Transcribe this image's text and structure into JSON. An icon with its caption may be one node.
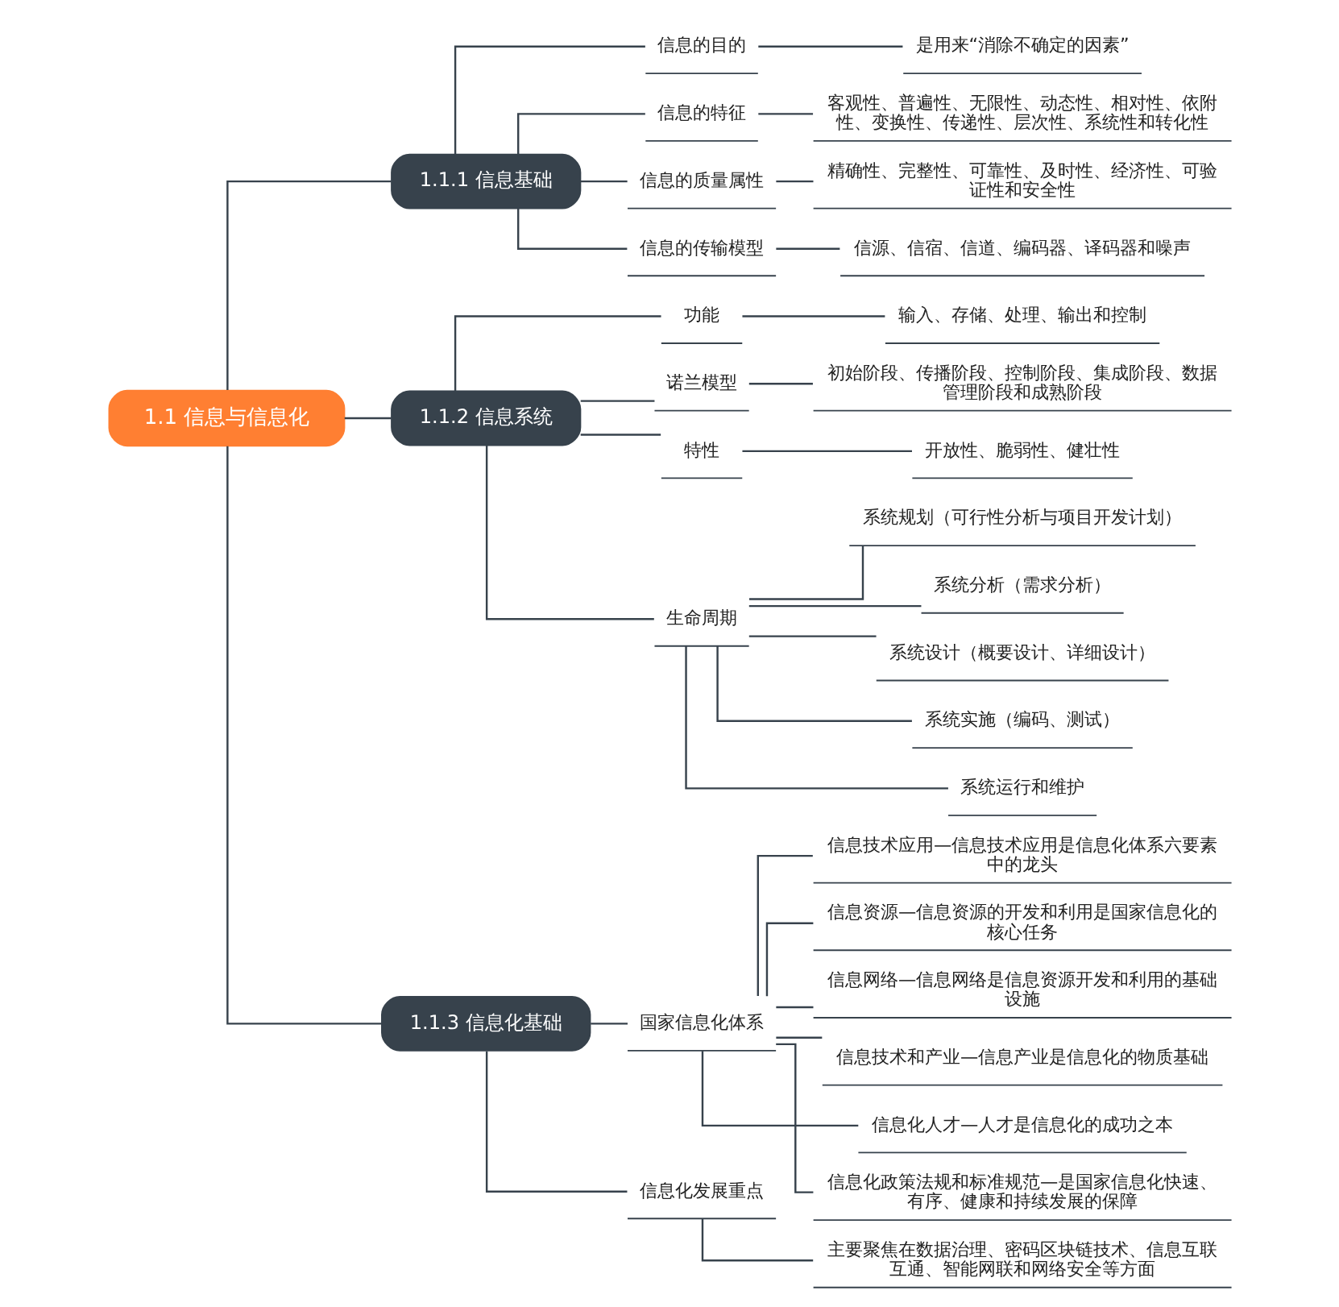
{
  "diagram": {
    "nodes": [
      {
        "text": [
          "1.1 信息与信息化"
        ]
      },
      {
        "text": [
          "1.1.1 信息基础"
        ]
      },
      {
        "text": [
          "信息的目的"
        ]
      },
      {
        "text": [
          "是用来“消除不确定的因素”"
        ]
      },
      {
        "text": [
          "信息的特征"
        ]
      },
      {
        "text": [
          "客观性、普遍性、无限性、动态性、相对性、依附性、变换性、传递性、层次性、系统性和转化性"
        ]
      },
      {
        "text": [
          "信息的质量属性"
        ]
      },
      {
        "text": [
          "精确性、完整性、可靠性、及时性、经济性、可验证性和安全性"
        ]
      },
      {
        "text": [
          "信息的传输模型"
        ]
      },
      {
        "text": [
          "信源、信宿、信道、编码器、译码器和噪声"
        ]
      },
      {
        "text": [
          "1.1.2 信息系统"
        ]
      },
      {
        "text": [
          "功能"
        ]
      },
      {
        "text": [
          "输入、存储、处理、输出和控制"
        ]
      },
      {
        "text": [
          "诺兰模型"
        ]
      },
      {
        "text": [
          "初始阶段、传播阶段、控制阶段、集成阶段、数据管理阶段和成熟阶段"
        ]
      },
      {
        "text": [
          "特性"
        ]
      },
      {
        "text": [
          "开放性、脆弱性、健壮性"
        ]
      },
      {
        "text": [
          "生命周期"
        ]
      },
      {
        "text": [
          "系统规划（可行性分析与项目开发计划）"
        ]
      },
      {
        "text": [
          "系统分析（需求分析）"
        ]
      },
      {
        "text": [
          "系统设计（概要设计、详细设计）"
        ]
      },
      {
        "text": [
          "系统实施（编码、测试）"
        ]
      },
      {
        "text": [
          "系统运行和维护"
        ]
      },
      {
        "text": [
          "1.1.3 信息化基础"
        ]
      },
      {
        "text": [
          "国家信息化体系"
        ]
      },
      {
        "text": [
          "信息技术应用—信息技术应用是信息化体系六要素中的龙头"
        ]
      },
      {
        "text": [
          "信息资源—信息资源的开发和利用是国家信息化的核心任务"
        ]
      },
      {
        "text": [
          "信息网络—信息网络是信息资源开发和利用的基础设施"
        ]
      },
      {
        "text": [
          "信息技术和产业—信息产业是信息化的物质基础"
        ]
      },
      {
        "text": [
          "信息化人才—人才是信息化的成功之本"
        ]
      },
      {
        "text": [
          "信息化政策法规和标准规范—是国家信息化快速、有序、健康和持续发展的保障"
        ]
      },
      {
        "text": [
          "信息化发展重点"
        ]
      },
      {
        "text": [
          "主要聚焦在数据治理、密码区块链技术、信息互联互通、智能网联和网络安全等方面"
        ]
      }
    ],
    "edges": [
      {
        "from": 0,
        "to": 1,
        "arrow": "none"
      },
      {
        "from": 1,
        "to": 2,
        "arrow": "none"
      },
      {
        "from": 2,
        "to": 3,
        "arrow": "none"
      },
      {
        "from": 1,
        "to": 4,
        "arrow": "none"
      },
      {
        "from": 4,
        "to": 5,
        "arrow": "none"
      },
      {
        "from": 1,
        "to": 6,
        "arrow": "none"
      },
      {
        "from": 6,
        "to": 7,
        "arrow": "none"
      },
      {
        "from": 1,
        "to": 8,
        "arrow": "none"
      },
      {
        "from": 8,
        "to": 9,
        "arrow": "none"
      },
      {
        "from": 0,
        "to": 10,
        "arrow": "none"
      },
      {
        "from": 10,
        "to": 11,
        "arrow": "none"
      },
      {
        "from": 11,
        "to": 12,
        "arrow": "none"
      },
      {
        "from": 10,
        "to": 13,
        "arrow": "none"
      },
      {
        "from": 13,
        "to": 14,
        "arrow": "none"
      },
      {
        "from": 10,
        "to": 15,
        "arrow": "none"
      },
      {
        "from": 15,
        "to": 16,
        "arrow": "none"
      },
      {
        "from": 10,
        "to": 17,
        "arrow": "none"
      },
      {
        "from": 17,
        "to": 18,
        "arrow": "none"
      },
      {
        "from": 17,
        "to": 19,
        "arrow": "none"
      },
      {
        "from": 17,
        "to": 20,
        "arrow": "none"
      },
      {
        "from": 17,
        "to": 21,
        "arrow": "none"
      },
      {
        "from": 17,
        "to": 22,
        "arrow": "none"
      },
      {
        "from": 0,
        "to": 23,
        "arrow": "none"
      },
      {
        "from": 23,
        "to": 24,
        "arrow": "none"
      },
      {
        "from": 24,
        "to": 25,
        "arrow": "none"
      },
      {
        "from": 24,
        "to": 26,
        "arrow": "none"
      },
      {
        "from": 24,
        "to": 27,
        "arrow": "none"
      },
      {
        "from": 24,
        "to": 28,
        "arrow": "none"
      },
      {
        "from": 24,
        "to": 29,
        "arrow": "none"
      },
      {
        "from": 24,
        "to": 30,
        "arrow": "none"
      },
      {
        "from": 23,
        "to": 31,
        "arrow": "none"
      },
      {
        "from": 31,
        "to": 32,
        "arrow": "none"
      }
    ]
  }
}
